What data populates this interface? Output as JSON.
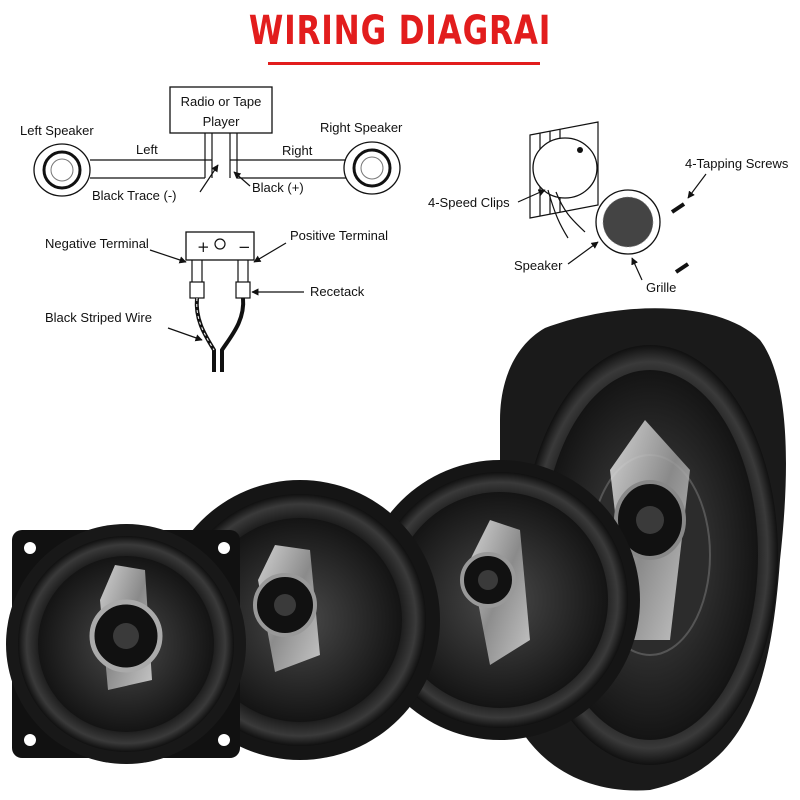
{
  "title": "WIRING DIAGRAI",
  "wiring": {
    "player_label_line1": "Radio or Tape",
    "player_label_line2": "Player",
    "left_speaker": "Left Speaker",
    "right_speaker": "Right Speaker",
    "left": "Left",
    "right": "Right",
    "black_trace": "Black  Trace (-)",
    "black_plus": "Black  (+)",
    "negative_terminal": "Negative  Terminal",
    "positive_terminal": "Positive  Terminal",
    "plus_sign": "+",
    "minus_sign": "−",
    "recetack": "Recetack",
    "black_striped_wire": "Black  Striped  Wire"
  },
  "mounting": {
    "tapping_screws": "4-Tapping Screws",
    "speed_clips": "4-Speed  Clips",
    "speaker": "Speaker",
    "grille": "Grille"
  },
  "colors": {
    "title": "#e21d1d",
    "speaker_body": "#1a1a1a",
    "speaker_cone": "#2a2a2a",
    "chrome": "#cfcfcf"
  }
}
